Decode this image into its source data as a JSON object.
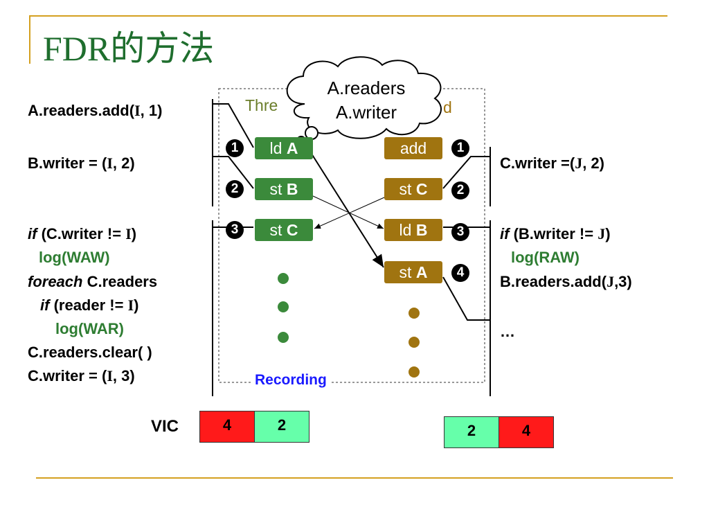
{
  "title": "FDR的方法",
  "thread_labels": {
    "left_partial": "Thre",
    "right_partial": "d"
  },
  "cloud": {
    "line1": "A.readers",
    "line2": "A.writer"
  },
  "recording_label": "Recording",
  "left_code": {
    "op1": "A.readers.add(",
    "op1_var": "I",
    "op1_tail": ", 1)",
    "op2": "B.writer = (",
    "op2_var": "I",
    "op2_tail": ", 2)",
    "op3_kw": "if",
    "op3": " (C.writer != ",
    "op3_var": "I",
    "op3_tail": ")",
    "op3_log": "log(WAW)",
    "op3_kw2": "foreach",
    "op3_b": " C.readers",
    "op3_kw3": "if",
    "op3_c": " (reader != ",
    "op3_c_var": "I",
    "op3_c_tail": ")",
    "op3_log2": "log(WAR)",
    "op3_clear": "C.readers.clear( )",
    "op3_w": "C.writer = (",
    "op3_w_var": "I",
    "op3_w_tail": ", 3)"
  },
  "right_code": {
    "op1": "C.writer =(",
    "op1_var": "J",
    "op1_tail": ", 2)",
    "op3_kw": "if",
    "op3": " (B.writer != ",
    "op3_var": "J",
    "op3_tail": ")",
    "op3_log": "log(RAW)",
    "op3_b": "B.readers.add(",
    "op3_b_var": "J",
    "op3_b_tail": ",3)",
    "ellipsis": "…"
  },
  "thread1_ops": [
    {
      "label_a": "ld ",
      "label_b": "A",
      "num": "1"
    },
    {
      "label_a": "st ",
      "label_b": "B",
      "num": "2"
    },
    {
      "label_a": "st ",
      "label_b": "C",
      "num": "3"
    }
  ],
  "thread2_ops": [
    {
      "label_a": "add",
      "label_b": "",
      "num": "1"
    },
    {
      "label_a": "st ",
      "label_b": "C",
      "num": "2"
    },
    {
      "label_a": "ld ",
      "label_b": "B",
      "num": "3"
    },
    {
      "label_a": "st ",
      "label_b": "A",
      "num": "4"
    }
  ],
  "vic": {
    "label": "VIC",
    "left": [
      "4",
      "2"
    ],
    "right": [
      "2",
      "4"
    ]
  },
  "colors": {
    "green": "#3b8a3b",
    "brown": "#a07410",
    "red": "#ff1a1a",
    "mint": "#66ffaa",
    "title": "#1f6e2e",
    "rule": "#d4a020"
  }
}
